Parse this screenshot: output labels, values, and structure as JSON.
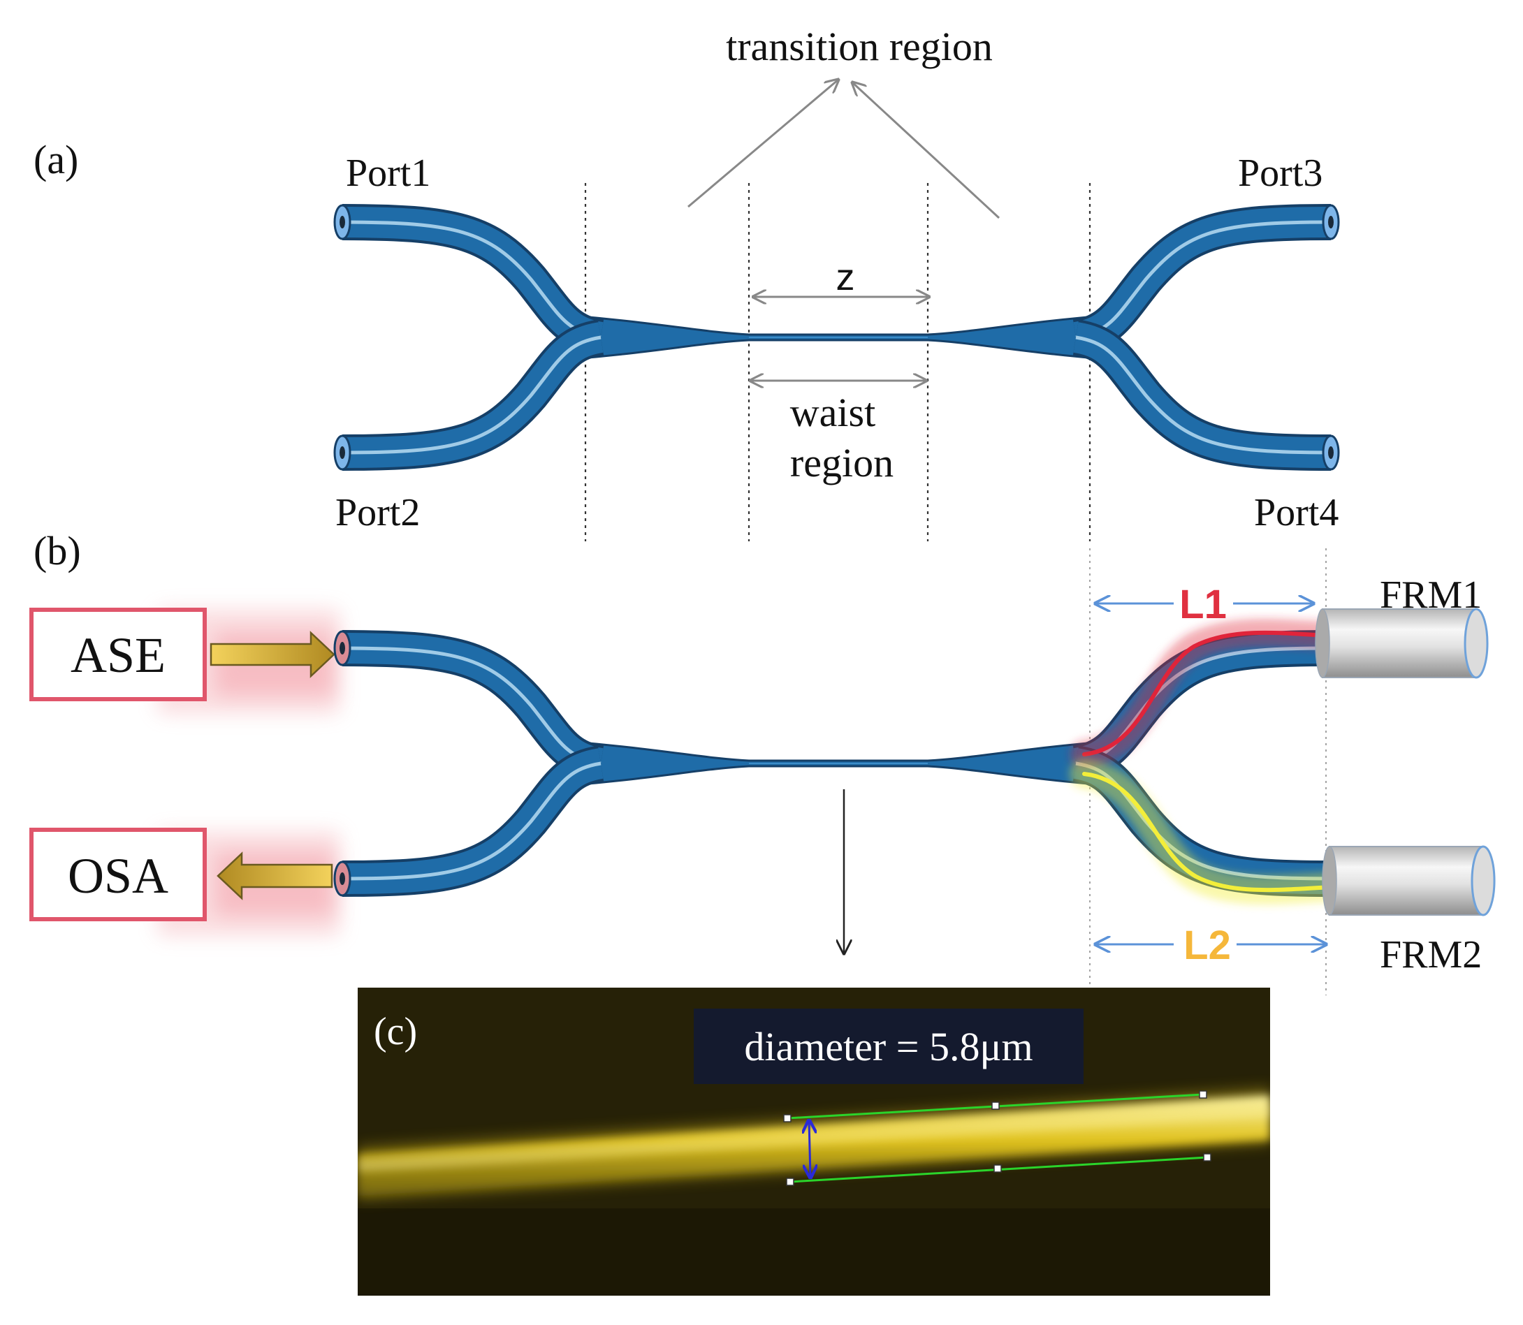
{
  "panel_a": {
    "label": "(a)",
    "port1": "Port1",
    "port2": "Port2",
    "port3": "Port3",
    "port4": "Port4",
    "transition": "transition region",
    "z": "z",
    "waist_line1": "waist",
    "waist_line2": "region"
  },
  "panel_b": {
    "label": "(b)",
    "source": "ASE",
    "analyzer": "OSA",
    "mirror1": "FRM1",
    "mirror2": "FRM2",
    "length1": "L1",
    "length2": "L2"
  },
  "panel_c": {
    "label": "(c)",
    "measurement": "diameter = 5.8μm"
  },
  "colors": {
    "fiber": "#1f6ca8",
    "fiber_edge": "#153f67",
    "core": "#b7dcf2",
    "box_border": "#e0566b",
    "arrow_fill": "#e6c14a",
    "red_arm": "#e0243a",
    "yellow_arm": "#f3ee3a",
    "l1_label": "#e03040",
    "l2_label": "#f5b73a",
    "dim_arrow": "#5b92d8",
    "micro_bg": "#1f1a05",
    "micro_fiber": "#e8c91e",
    "measure_line": "#2bd42b",
    "measure_arrow": "#2a2ad8",
    "label_bg": "#141a2e"
  }
}
